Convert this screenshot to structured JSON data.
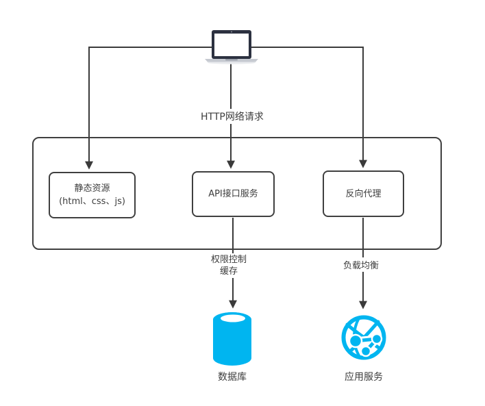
{
  "diagram": {
    "client": {
      "icon": "laptop-icon"
    },
    "edges": {
      "http_request": "HTTP网络请求",
      "api_down_line1": "权限控制",
      "api_down_line2": "缓存",
      "proxy_down": "负载均衡"
    },
    "boxes": {
      "static": {
        "line1": "静态资源",
        "line2": "(html、css、js)"
      },
      "api": {
        "label": "API接口服务"
      },
      "proxy": {
        "label": "反向代理"
      }
    },
    "nodes": {
      "database": {
        "label": "数据库",
        "icon": "database-cylinder-icon"
      },
      "app_service": {
        "label": "应用服务",
        "icon": "globe-network-icon"
      }
    },
    "colors": {
      "accent_cyan": "#00b5f0",
      "connector_dark": "#3a3a3a",
      "box_border": "#3f3f3f",
      "text": "#3c3c3c",
      "laptop_body": "#2c3140",
      "laptop_base": "#c6cad1"
    }
  }
}
